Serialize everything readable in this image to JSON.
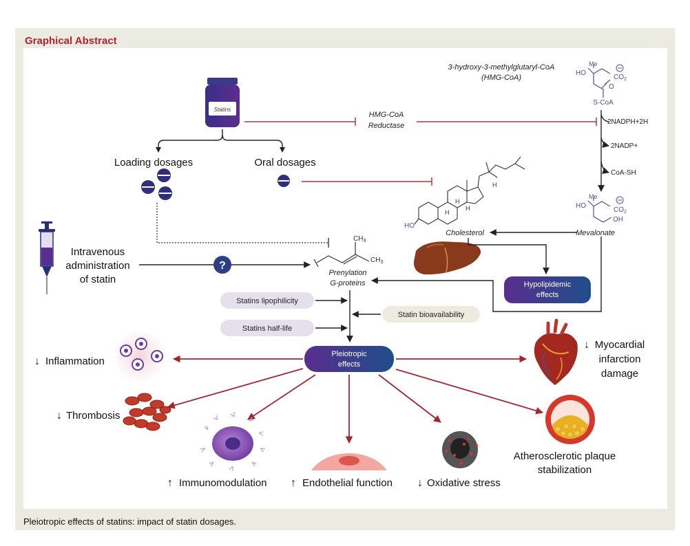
{
  "header": {
    "title": "Graphical Abstract"
  },
  "caption": "Pleiotropic effects of statins: impact of statin dosages.",
  "drug": {
    "bottle_label": "Statins",
    "loading": "Loading dosages",
    "oral": "Oral dosages",
    "iv_line1": "Intravenous",
    "iv_line2": "administration",
    "iv_line3": "of statin",
    "unknown": "?"
  },
  "pathway": {
    "hmgr_line1": "HMG-CoA",
    "hmgr_line2": "Reductase",
    "hmgcoa_line1": "3-hydroxy-3-methylglutaryl-CoA",
    "hmgcoa_line2": "(HMG-CoA)",
    "me": "Me",
    "ho": "HO",
    "co2": "CO",
    "co2_sub": "2",
    "o": "O",
    "scoa": "S-CoA",
    "nadph": "2NADPH+2H",
    "nadp": "2NADP+",
    "coash": "CoA-SH",
    "oh": "OH",
    "ho_chol": "HO",
    "h": "H",
    "mevalonate": "Mevalonate",
    "cholesterol": "Cholesterol",
    "ch3": "CH",
    "ch3_sub": "3",
    "prenyl_line1": "Prenylation",
    "prenyl_line2": "G-proteins",
    "hypo_line1": "Hypolipidemic",
    "hypo_line2": "effects"
  },
  "modifiers": {
    "lipophilicity": "Statins lipophilicity",
    "halflife": "Statins half-life",
    "bioavailability": "Statin  bioavailability"
  },
  "effects": {
    "center_line1": "Pleiotropic",
    "center_line2": "effects",
    "inflammation": "Inflammation",
    "thrombosis": "Thrombosis",
    "immuno": "Immunomodulation",
    "endothelial": "Endothelial function",
    "oxidative": "Oxidative stress",
    "athero_line1": "Atherosclerotic plaque",
    "athero_line2": "stabilization",
    "mi_line1": "Myocardial",
    "mi_line2": "infarction",
    "mi_line3": "damage"
  },
  "colors": {
    "title_red": "#b3212f",
    "inhibit_red": "#b5333d",
    "effect_arrow": "#a3242e",
    "navy": "#2b2f7a",
    "purple": "#5a2e8f",
    "chem_purple": "#5b4a9a",
    "pill_lilac": "#e6e0ee"
  }
}
